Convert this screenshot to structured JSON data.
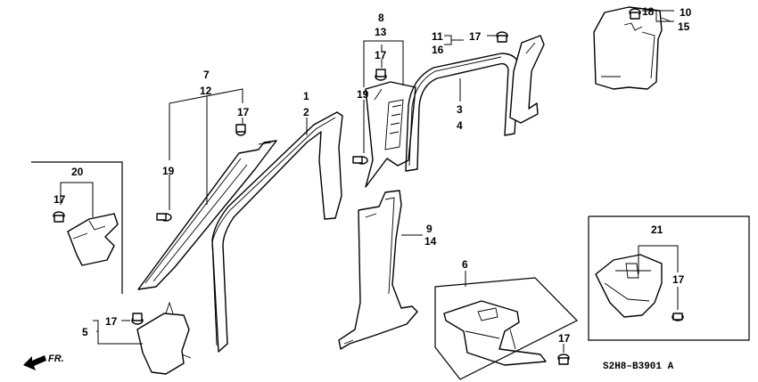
{
  "callouts": {
    "c1": "1",
    "c2": "2",
    "c3": "3",
    "c4": "4",
    "c5": "5",
    "c6": "6",
    "c7": "7",
    "c8": "8",
    "c9": "9",
    "c10": "10",
    "c11": "11",
    "c12": "12",
    "c13": "13",
    "c14": "14",
    "c15": "15",
    "c16": "16",
    "c17": "17",
    "c18": "18",
    "c19": "19",
    "c20": "20",
    "c21": "21"
  },
  "diagram_code": "S2H8–B3901 A",
  "direction_label": "FR."
}
